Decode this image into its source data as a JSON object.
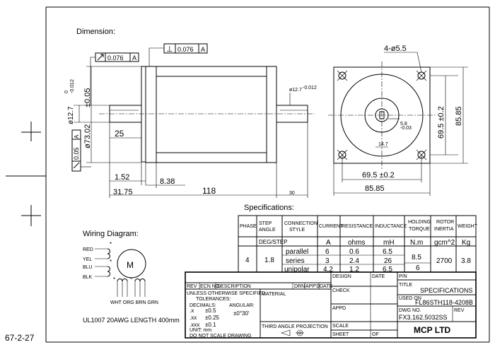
{
  "drawing": {
    "dimension_label": "Dimension:",
    "specifications_label": "Specifications:",
    "wiring_label": "Wiring Diagram:",
    "cable_note": "UL1007 20AWG LENGTH 400mm",
    "corner_stamp": "67-2-27"
  },
  "side_view": {
    "gdt_runout": "0.076",
    "gdt_runout_ref": "A",
    "gdt_perp_symbol": "⊥",
    "gdt_perp": "0.076",
    "gdt_perp_ref": "A",
    "datum_box_value": "0.05",
    "datum_box_ref": "A",
    "shaft_dia": "ø12.7",
    "shaft_tol_upper": "0",
    "shaft_tol_lower": "-0.012",
    "pilot_dia": "ø73.02",
    "pilot_tol": "±0.05",
    "shaft_flat_len": "25",
    "pilot_depth": "1.52",
    "flange_thk": "8.38",
    "shaft_len": "31.75",
    "body_len": "118",
    "rear_shaft_len": "30",
    "rear_shaft_dia": "ø12.7",
    "rear_shaft_tol": "-0.012"
  },
  "front_view": {
    "holes": "4-ø5.5",
    "hole_spacing_v": "69.5 ±0.2",
    "flange_v": "85.85",
    "hole_spacing_h": "69.5 ±0.2",
    "flange_h": "85.85",
    "flat_depth": "5.8",
    "flat_tol": "-0.03",
    "key_width": "14.7"
  },
  "spec_table": {
    "headers": [
      "PHASE",
      "STEP ANGLE",
      "CONNECTION STYLE",
      "CURRENT",
      "RESISTANCE",
      "INDUCTANCE",
      "HOLDING TORQUE",
      "ROTOR INERTIA",
      "WEIGHT"
    ],
    "units": [
      "",
      "DEG/STEP",
      "",
      "A",
      "ohms",
      "mH",
      "N.m",
      "gcm^2",
      "Kg"
    ],
    "phase": "4",
    "step_angle": "1.8",
    "rows": [
      {
        "style": "parallel",
        "current": "6",
        "resistance": "0.6",
        "inductance": "6.5"
      },
      {
        "style": "series",
        "current": "3",
        "resistance": "2.4",
        "inductance": "26"
      },
      {
        "style": "unipolar",
        "current": "4.2",
        "resistance": "1.2",
        "inductance": "6.5"
      }
    ],
    "torque_bipolar": "8.5",
    "torque_unipolar": "6",
    "rotor_inertia": "2700",
    "weight": "3.8"
  },
  "wiring": {
    "leads_left": [
      "RED",
      "YEL",
      "BLU",
      "BLK"
    ],
    "leads_bottom": "WHT ORG BRN GRN",
    "motor_letter": "M",
    "dot": "*"
  },
  "title_block": {
    "rev_header": [
      "REV",
      "ECN NO.",
      "DESCRIPTION",
      "DRN",
      "APP'D",
      "DATE"
    ],
    "tolerance_title": "UNLESS OTHERWISE SPECIFIED",
    "tolerances": "TOLERANCES:",
    "decimals": "DECIMALS:",
    "angular": "ANGULAR:",
    "tol_x_label": ".x",
    "tol_x": "±0.5",
    "tol_xx_label": ".xx",
    "tol_xx": "±0.25",
    "tol_xxx_label": ".xxx",
    "tol_xxx": "±0.1",
    "tol_ang": "±0°30'",
    "unit": "UNIT: mm",
    "no_scale": "DO NOT SCALE DRAWING",
    "material_label": "MATERIAL",
    "projection": "THIRD ANGLE PROJECTION",
    "design_label": "DESIGN",
    "date_label": "DATE",
    "check_label": "CHECK",
    "appd_label": "APPD",
    "scale_label": "SCALE",
    "sheet_label": "SHEET",
    "of_label": "OF",
    "pn_label": "P/N",
    "title_label": "TITLE",
    "title_value": "SPECIFICATIONS",
    "used_on_label": "USED ON",
    "used_on_value": "FL86STH118-4208B",
    "dwg_label": "DWG NO.",
    "dwg_value": "FX3.162.5032SS",
    "rev_label": "REV",
    "company": "MCP LTD"
  }
}
